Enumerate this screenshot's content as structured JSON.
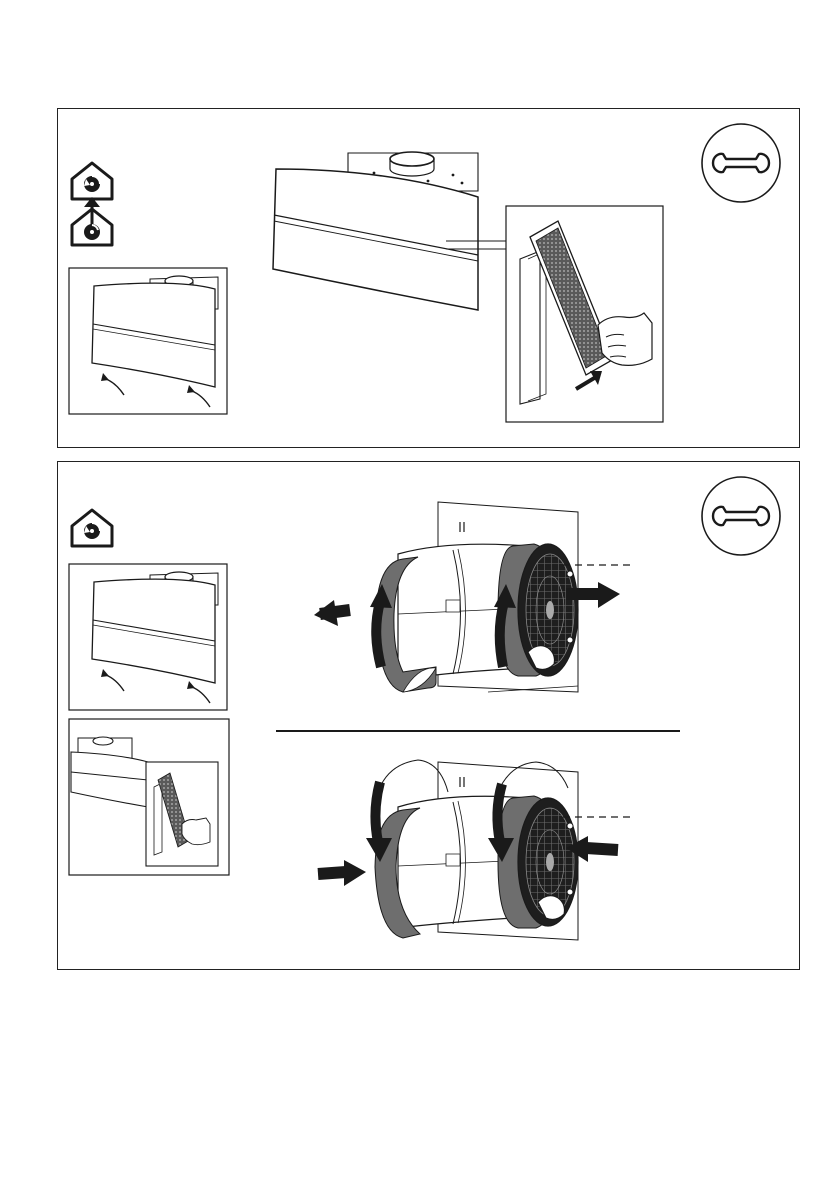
{
  "document": {
    "type": "cooker-hood maintenance illustration",
    "panels": [
      {
        "id": "filter-removal",
        "icons": [
          "recirculation-house-icon",
          "extraction-house-icon",
          "wrench-icon"
        ],
        "steps": [
          "lift-glass-panel",
          "pull-out-grease-filter"
        ]
      },
      {
        "id": "charcoal-filter-replacement",
        "icons": [
          "recirculation-house-icon",
          "wrench-icon"
        ],
        "steps": [
          "lift-glass-panel",
          "pull-out-grease-filter",
          "rotate-and-remove-charcoal-filters",
          "insert-and-rotate-new-charcoal-filters"
        ]
      }
    ]
  },
  "colors": {
    "line": "#1a1a1a",
    "filter_gray": "#6e6e6e",
    "mesh": "#555555",
    "background": "#ffffff"
  }
}
